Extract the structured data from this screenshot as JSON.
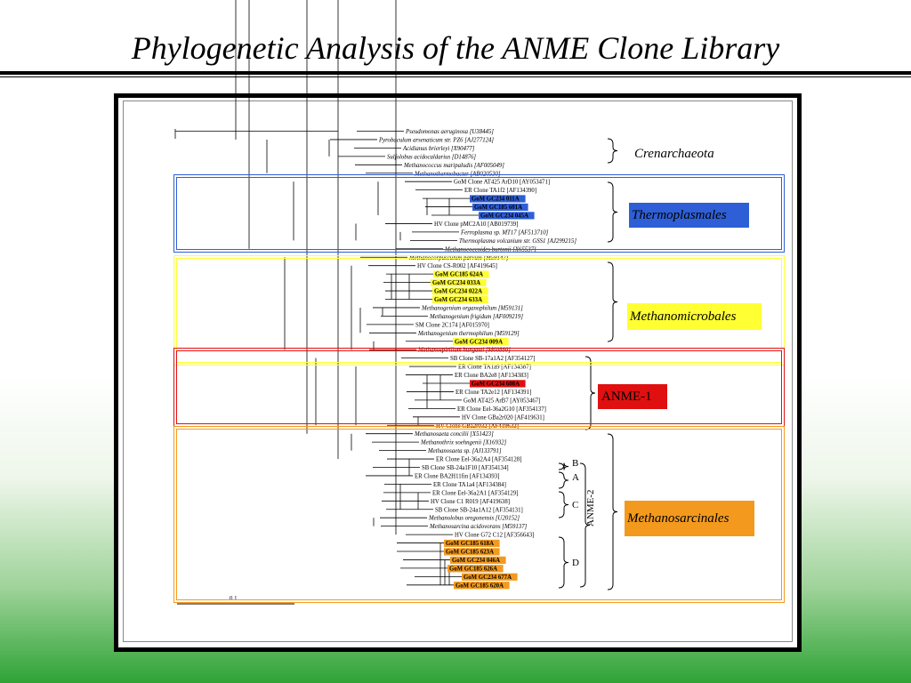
{
  "title": "Phylogenetic Analysis of the ANME Clone Library",
  "labels": {
    "crenarchaeota": "Crenarchaeota",
    "thermoplasmales": "Thermoplasmales",
    "methanomicrobales": "Methanomicrobales",
    "anme1": "ANME-1",
    "methanosarcinales": "Methanosarcinales",
    "anme2": "ANME-2",
    "sub_b": "B",
    "sub_a": "A",
    "sub_c": "C",
    "sub_d": "D",
    "scale": "0.1"
  },
  "colors": {
    "thermoplasmales": "#2f5fd6",
    "methanomicrobales": "#ffff33",
    "anme1": "#e01010",
    "methanosarcinales": "#f39a1e"
  },
  "taxa": [
    {
      "text": "Pseudomonas aeruginosa [U38445]",
      "italic": true,
      "hl": ""
    },
    {
      "text": "Pyrobaculum arsenaticum str. PZ6 [AJ277124]",
      "italic": true,
      "hl": ""
    },
    {
      "text": "Acidianus brierleyi [X90477]",
      "italic": true,
      "hl": ""
    },
    {
      "text": "Sulfolobus acidocaldarius [D14876]",
      "italic": true,
      "hl": ""
    },
    {
      "text": "Methanococcus maripaludis [AF005049]",
      "italic": true,
      "hl": ""
    },
    {
      "text": "Methanothermobacter [AB020530]",
      "italic": true,
      "hl": ""
    },
    {
      "text": "GoM Clone AT425 ArD10 [AY053471]",
      "italic": false,
      "hl": ""
    },
    {
      "text": "ER Clone TA1f2 [AF134390]",
      "italic": false,
      "hl": ""
    },
    {
      "text": "GoM GC234 011A",
      "italic": false,
      "hl": "blue"
    },
    {
      "text": "GoM GC185 601A",
      "italic": false,
      "hl": "blue"
    },
    {
      "text": "GoM GC234 045A",
      "italic": false,
      "hl": "blue"
    },
    {
      "text": "HV Clone pMC2A10 [AB019739]",
      "italic": false,
      "hl": ""
    },
    {
      "text": "Ferroplasma sp. MT17 [AF513710]",
      "italic": true,
      "hl": ""
    },
    {
      "text": "Thermoplasma volcanium str. GSS1 [AJ299215]",
      "italic": true,
      "hl": ""
    },
    {
      "text": "Methanococcoides burtonii [X65537]",
      "italic": true,
      "hl": ""
    },
    {
      "text": "Methanocorpusculum parvum [M59147]",
      "italic": true,
      "hl": ""
    },
    {
      "text": "HV Clone CS-R002 [AF419645]",
      "italic": false,
      "hl": ""
    },
    {
      "text": "GoM GC185 624A",
      "italic": false,
      "hl": "yellow"
    },
    {
      "text": "GoM GC234 033A",
      "italic": false,
      "hl": "yellow"
    },
    {
      "text": "GoM GC234 022A",
      "italic": false,
      "hl": "yellow"
    },
    {
      "text": "GoM GC234 633A",
      "italic": false,
      "hl": "yellow"
    },
    {
      "text": "Methanogenium organophilum [M59131]",
      "italic": true,
      "hl": ""
    },
    {
      "text": "Methanogenium frigidum [AF009219]",
      "italic": true,
      "hl": ""
    },
    {
      "text": "SM Clone 2C174 [AF015970]",
      "italic": false,
      "hl": ""
    },
    {
      "text": "Methanogenium thermophilum [M59129]",
      "italic": true,
      "hl": ""
    },
    {
      "text": "GoM GC234 009A",
      "italic": false,
      "hl": "yellow"
    },
    {
      "text": "Methanospirillum hungatei [M60880]",
      "italic": true,
      "hl": ""
    },
    {
      "text": "SB Clone SB-17a1A2 [AF354127]",
      "italic": false,
      "hl": ""
    },
    {
      "text": "ER Clone TA1a9 [AF134387]",
      "italic": false,
      "hl": ""
    },
    {
      "text": "ER Clone BA2e8 [AF134383]",
      "italic": false,
      "hl": ""
    },
    {
      "text": "GoM GC234 608A",
      "italic": false,
      "hl": "red"
    },
    {
      "text": "ER Clone TA2e12 [AF134391]",
      "italic": false,
      "hl": ""
    },
    {
      "text": "GoM AT425 ArB7 [AY053467]",
      "italic": false,
      "hl": ""
    },
    {
      "text": "ER Clone Eel-36a2G10 [AF354137]",
      "italic": false,
      "hl": ""
    },
    {
      "text": "HV Clone GBa2r020 [AF419631]",
      "italic": false,
      "hl": ""
    },
    {
      "text": "HV Clone GBa2r032 [AF419632]",
      "italic": false,
      "hl": ""
    },
    {
      "text": "Methanosaeta concilii [X51423]",
      "italic": true,
      "hl": ""
    },
    {
      "text": "Methanothrix soehngenii [X16932]",
      "italic": true,
      "hl": ""
    },
    {
      "text": "Methanosaeta sp. [AJ133791]",
      "italic": true,
      "hl": ""
    },
    {
      "text": "ER Clone Eel-36a2A4 [AF354128]",
      "italic": false,
      "hl": ""
    },
    {
      "text": "SB Clone SB-24a1F10 [AF354134]",
      "italic": false,
      "hl": ""
    },
    {
      "text": "ER Clone BA2H11fin [AF134393]",
      "italic": false,
      "hl": ""
    },
    {
      "text": "ER Clone TA1a4 [AF134384]",
      "italic": false,
      "hl": ""
    },
    {
      "text": "ER Clone Eel-36a2A1 [AF354129]",
      "italic": false,
      "hl": ""
    },
    {
      "text": "HV Clone C1 R019 [AF419638]",
      "italic": false,
      "hl": ""
    },
    {
      "text": "SB Clone SB-24a1A12 [AF354131]",
      "italic": false,
      "hl": ""
    },
    {
      "text": "Methanolobus oregonensis [U20152]",
      "italic": true,
      "hl": ""
    },
    {
      "text": "Methanosarcina acidovorans [M59137]",
      "italic": true,
      "hl": ""
    },
    {
      "text": "HV Clone G72 C12 [AF356643]",
      "italic": false,
      "hl": ""
    },
    {
      "text": "GoM GC185 618A",
      "italic": false,
      "hl": "orange"
    },
    {
      "text": "GoM GC185 623A",
      "italic": false,
      "hl": "orange"
    },
    {
      "text": "GoM GC234 046A",
      "italic": false,
      "hl": "orange"
    },
    {
      "text": "GoM GC185 626A",
      "italic": false,
      "hl": "orange"
    },
    {
      "text": "GoM GC234 677A",
      "italic": false,
      "hl": "orange"
    },
    {
      "text": "GoM GC185 620A",
      "italic": false,
      "hl": "orange"
    }
  ]
}
